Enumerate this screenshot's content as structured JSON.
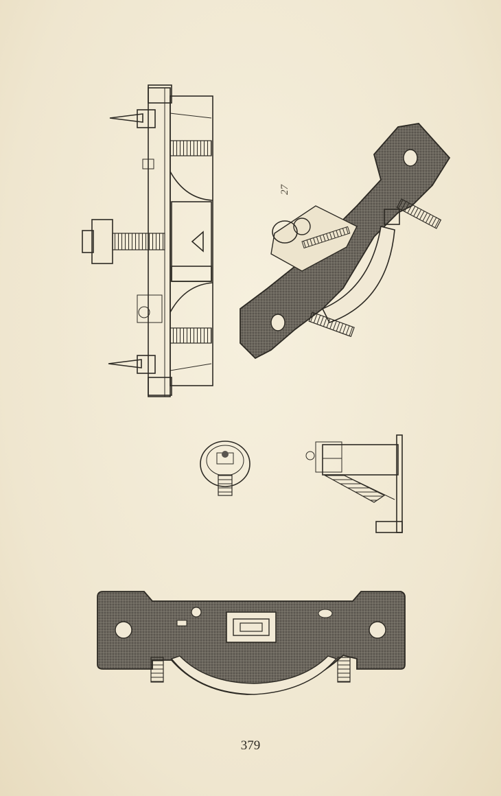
{
  "figure": {
    "label": "27",
    "parts": [
      "front-elevation",
      "isometric-view",
      "oval-section",
      "side-section",
      "bottom-plan"
    ]
  },
  "page": {
    "number": "379"
  }
}
